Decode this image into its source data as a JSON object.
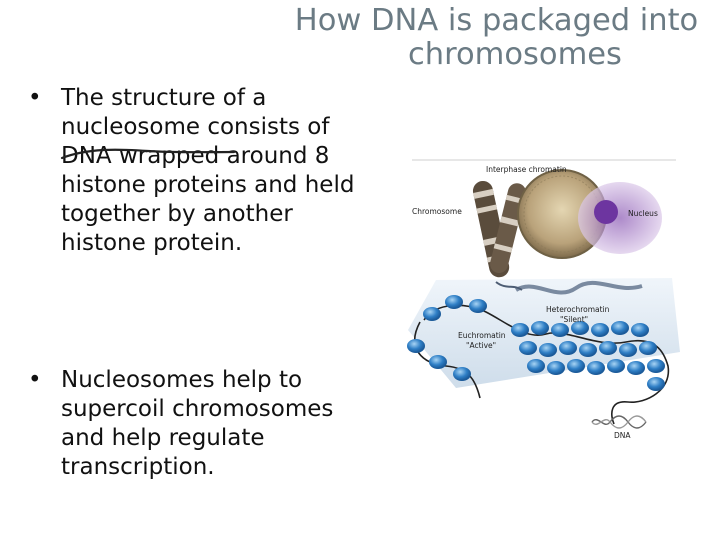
{
  "title": {
    "line1": "How DNA is packaged into",
    "line2": "chromosomes"
  },
  "bullets": [
    {
      "marker": "•",
      "lines": [
        "The structure of a",
        "nucleosome consists of",
        "DNA wrapped around 8",
        "histone proteins and held",
        "together by another",
        "histone protein."
      ]
    },
    {
      "marker": "•",
      "lines": [
        "Nucleosomes help to",
        "supercoil chromosomes",
        "and help regulate",
        "transcription."
      ]
    }
  ],
  "figure": {
    "labels": {
      "interphase": "Interphase chromatin",
      "chromosome": "Chromosome",
      "nucleus": "Nucleus",
      "heterochromatin": "Heterochromatin",
      "silent": "\"Silent\"",
      "euchromatin": "Euchromatin",
      "active": "\"Active\"",
      "dna": "DNA"
    },
    "colors": {
      "nucleosome": "#2f7fc6",
      "nucleosome_light": "#8cc3ec",
      "panel": "#dbe7f2",
      "chromosome": "#5a4c3c",
      "nucleus": "#b9a27a",
      "cell": "#c9b0d9"
    }
  }
}
